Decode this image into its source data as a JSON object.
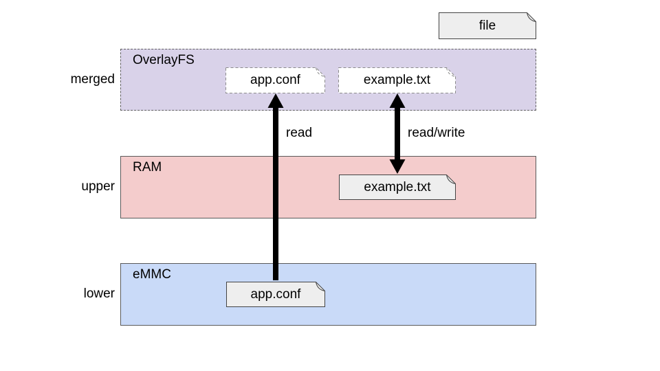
{
  "diagram": {
    "legend": {
      "label": "file"
    },
    "rows": [
      {
        "side_label": "merged",
        "layer_label": "OverlayFS",
        "border_style": "dashed",
        "files": [
          {
            "label": "app.conf"
          },
          {
            "label": "example.txt"
          }
        ]
      },
      {
        "side_label": "upper",
        "layer_label": "RAM",
        "border_style": "solid",
        "files": [
          {
            "label": "example.txt"
          }
        ]
      },
      {
        "side_label": "lower",
        "layer_label": "eMMC",
        "border_style": "solid",
        "files": [
          {
            "label": "app.conf"
          }
        ]
      }
    ],
    "arrows": [
      {
        "label": "read",
        "direction": "up",
        "from": "lower app.conf",
        "to": "merged app.conf"
      },
      {
        "label": "read/write",
        "direction": "bidirectional",
        "from": "merged example.txt",
        "to": "upper example.txt"
      }
    ]
  },
  "colors": {
    "merged_fill": "#d9d2e9",
    "upper_fill": "#f4cccc",
    "lower_fill": "#c9daf8",
    "file_gray_fill": "#eeeeee",
    "file_white_fill": "#ffffff",
    "layer_border": "#595959",
    "file_border": "#434343",
    "file_dashed_border": "#8a8a8a",
    "arrow": "#000000",
    "text": "#000000"
  }
}
